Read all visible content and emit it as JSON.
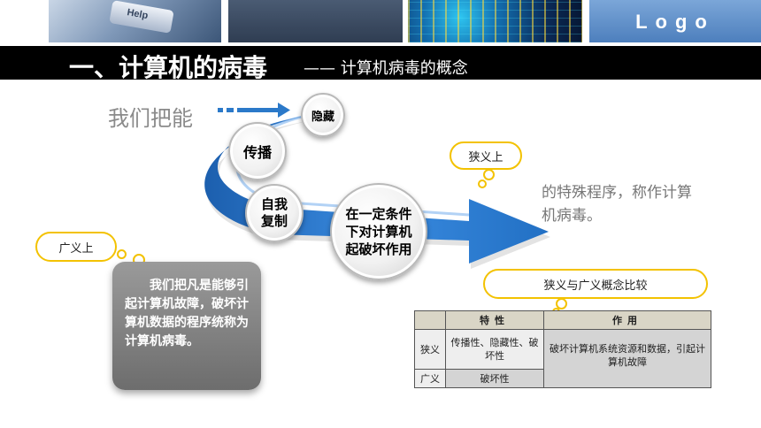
{
  "header": {
    "logo": "Logo",
    "key_text": "Help"
  },
  "title": {
    "main": "一、计算机的病毒",
    "sub": "—— 计算机病毒的概念"
  },
  "diagram": {
    "intro": "我们把能",
    "circles": {
      "hide": "隐藏",
      "spread": "传播",
      "selfcopy_line1": "自我",
      "selfcopy_line2": "复制",
      "condition_line1": "在一定条件",
      "condition_line2": "下对计算机",
      "condition_line3": "起破坏作用"
    },
    "definition": "的特殊程序，称作计算机病毒。",
    "callout_narrow": "狭义上",
    "callout_broad": "广义上",
    "broad_definition": "我们把凡是能够引起计算机故障，破坏计算机数据的程序统称为计算机病毒。",
    "callout_compare": "狭义与广义概念比较"
  },
  "table": {
    "headers": [
      "",
      "特性",
      "作用"
    ],
    "rows": [
      {
        "label": "狭义",
        "feature": "传播性、隐藏性、破坏性",
        "effect": "破坏计算机系统资源和数据，引起计算机故障"
      },
      {
        "label": "广义",
        "feature": "破坏性"
      }
    ]
  },
  "colors": {
    "title_bar": "#000000",
    "arrow": "#2b79c9",
    "callout_border": "#f3c200",
    "logo_box": "#5f8fc9"
  }
}
